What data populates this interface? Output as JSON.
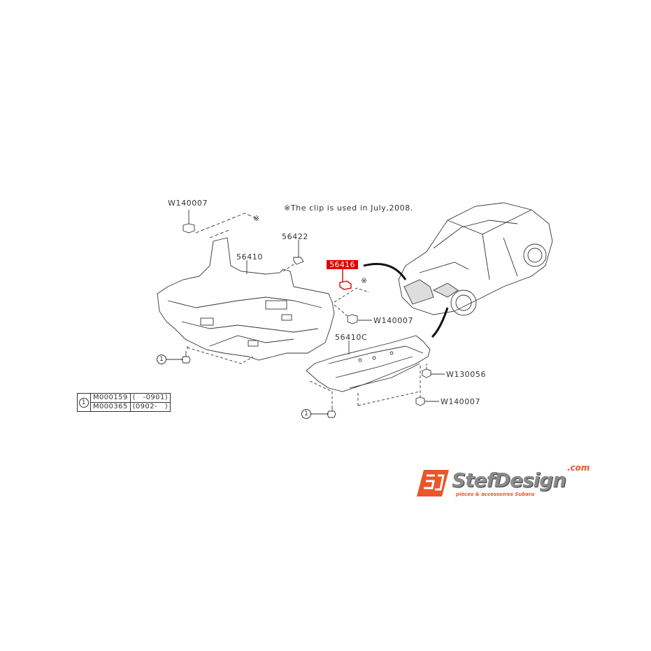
{
  "diagram": {
    "note": "※The clip is used in July,2008.",
    "highlight_color": "#e00000",
    "line_color": "#333333",
    "parts": [
      {
        "id": "W140007_top",
        "label": "W140007",
        "description": "clip / fastener top-left"
      },
      {
        "id": "56422",
        "label": "56422",
        "description": "clip"
      },
      {
        "id": "56410",
        "label": "56410",
        "description": "front under cover"
      },
      {
        "id": "56416",
        "label": "56416",
        "description": "clip (highlighted)",
        "highlighted": true
      },
      {
        "id": "W140007_mid",
        "label": "W140007",
        "description": "fastener mid"
      },
      {
        "id": "56410C",
        "label": "56410C",
        "description": "rear under cover"
      },
      {
        "id": "W130056",
        "label": "W130056",
        "description": "fastener"
      },
      {
        "id": "W140007_bot",
        "label": "W140007",
        "description": "fastener bottom"
      },
      {
        "id": "ref1_left",
        "label": "1",
        "description": "reference bolt left"
      },
      {
        "id": "ref1_right",
        "label": "1",
        "description": "reference bolt right"
      }
    ],
    "asterisk": "※",
    "reference_table": {
      "ref": "1",
      "rows": [
        {
          "part": "M000159",
          "range": "(   -0901)"
        },
        {
          "part": "M000365",
          "range": "(0902-   )"
        }
      ]
    }
  },
  "logo": {
    "mark": "SD",
    "name": "StefDesign",
    "domain": ".com",
    "tagline": "pièces & accessoires Subaru",
    "accent_color": "#e8562a",
    "text_color": "#8a8a8a"
  }
}
